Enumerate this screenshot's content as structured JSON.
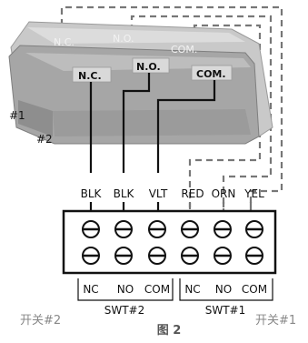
{
  "switch_back": {
    "nc": "N.C.",
    "no": "N.O.",
    "com": "COM."
  },
  "switch_front": {
    "nc": "N.C.",
    "no": "N.O.",
    "com": "COM."
  },
  "switch_numbers": {
    "one": "#1",
    "two": "#2"
  },
  "wires": [
    "BLK",
    "BLK",
    "VLT",
    "RED",
    "ORN",
    "YEL"
  ],
  "terminals": {
    "count": 6,
    "rows": 2
  },
  "contact_labels": [
    "NC",
    "NO",
    "COM",
    "NC",
    "NO",
    "COM"
  ],
  "group_labels": {
    "swt2": "SWT#2",
    "swt1": "SWT#1"
  },
  "side_labels": {
    "left": "开关#2",
    "right": "开关#1"
  },
  "figure_caption": "图 2",
  "colors": {
    "wire": "#111111",
    "dashed": "#777777",
    "switch_body": "#9a9a9a"
  }
}
